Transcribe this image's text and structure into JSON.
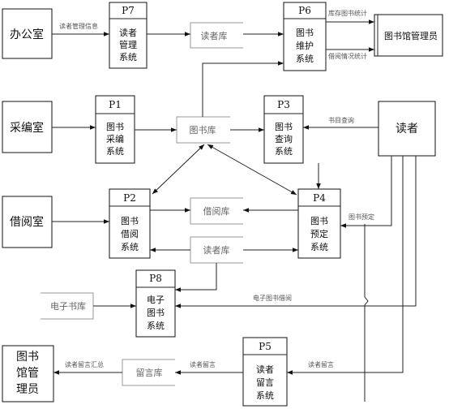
{
  "entities": {
    "office": "办公室",
    "acquisition": "采编室",
    "reading_room": "借阅室",
    "reader": "读者",
    "librarian_top": "图书馆管理员",
    "librarian_bottom": [
      "图书",
      "馆管",
      "理员"
    ]
  },
  "processes": {
    "p7": {
      "id": "P7",
      "lines": [
        "读者",
        "管理",
        "系统"
      ]
    },
    "p6": {
      "id": "P6",
      "lines": [
        "图书",
        "维护",
        "系统"
      ]
    },
    "p1": {
      "id": "P1",
      "lines": [
        "图书",
        "采编",
        "系统"
      ]
    },
    "p3": {
      "id": "P3",
      "lines": [
        "图书",
        "查询",
        "系统"
      ]
    },
    "p2": {
      "id": "P2",
      "lines": [
        "图书",
        "借阅",
        "系统"
      ]
    },
    "p4": {
      "id": "P4",
      "lines": [
        "图书",
        "预定",
        "系统"
      ]
    },
    "p8": {
      "id": "P8",
      "lines": [
        "电子",
        "图书",
        "系统"
      ]
    },
    "p5": {
      "id": "P5",
      "lines": [
        "读者",
        "留言",
        "系统"
      ]
    }
  },
  "stores": {
    "reader_db_top": "读者库",
    "book_db": "图书库",
    "borrow_db": "借阅库",
    "reader_db_mid": "读者库",
    "ebook_db": "电子书库",
    "message_db": "留言库"
  },
  "flows": {
    "reader_mgmt_info": "读者管理信息",
    "stock_stats": "库存图书统计",
    "borrow_stats": "借阅情况统计",
    "book_query": "书目查询",
    "book_reserve": "图书预定",
    "ebook_borrow": "电子图书借阅",
    "reader_message": "读者留言",
    "reader_message_2": "读者留言",
    "message_summary": "读者留言汇总"
  }
}
